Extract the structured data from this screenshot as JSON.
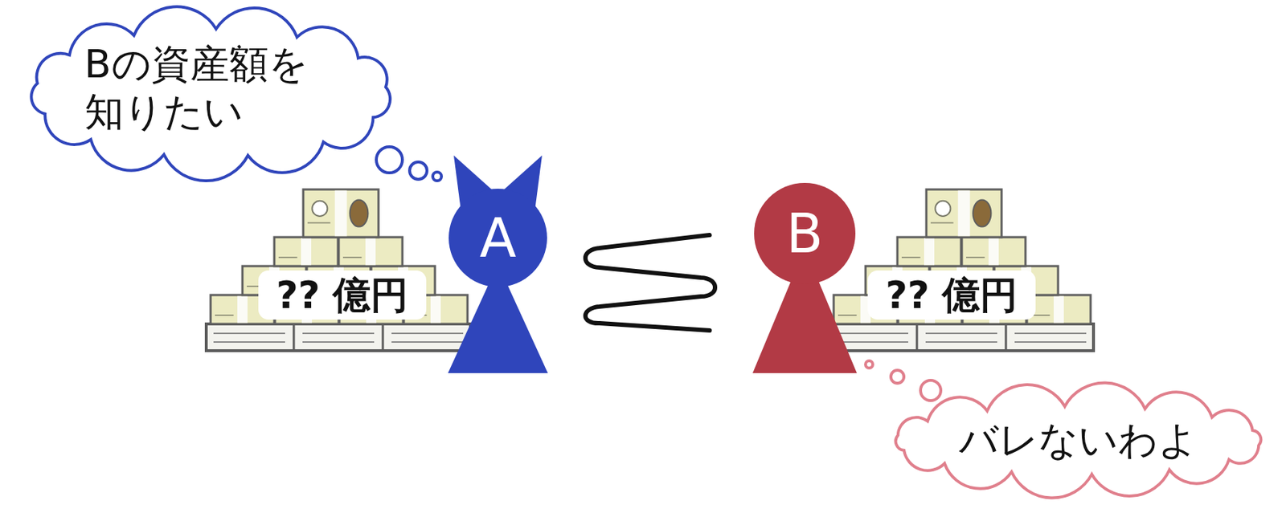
{
  "diagram": {
    "nodes": [
      {
        "text": [
          "Bの資産額を 知りたい"
        ]
      },
      {
        "text": [
          "?? 億円"
        ]
      },
      {
        "text": [
          "A"
        ]
      },
      {
        "text": [
          "B"
        ]
      },
      {
        "text": [
          "?? 億円"
        ]
      },
      {
        "text": [
          "バレないわよ"
        ]
      }
    ],
    "edges": [
      {
        "from": 2,
        "to": 3,
        "arrow": "none"
      }
    ]
  }
}
